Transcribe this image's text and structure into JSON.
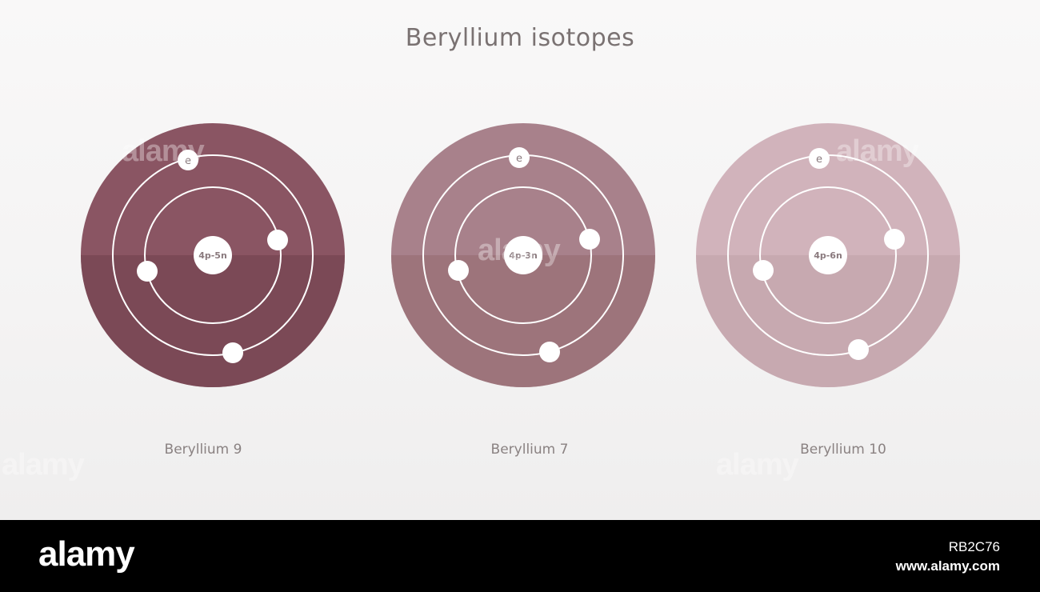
{
  "title": "Beryllium isotopes",
  "atoms": [
    {
      "caption": "Beryllium 9",
      "nucleus": "4p-5n",
      "electron_label": "e",
      "color": "#8a5563",
      "shade": "#6f3f4c"
    },
    {
      "caption": "Beryllium 7",
      "nucleus": "4p-3n",
      "electron_label": "e",
      "color": "#a8818b",
      "shade": "#93696f"
    },
    {
      "caption": "Beryllium 10",
      "nucleus": "4p-6n",
      "electron_label": "e",
      "color": "#d1b3bb",
      "shade": "#c0a0a8"
    }
  ],
  "footer": {
    "brand": "alamy",
    "image_id": "RB2C76",
    "site": "www.alamy.com"
  },
  "watermark": "alamy"
}
